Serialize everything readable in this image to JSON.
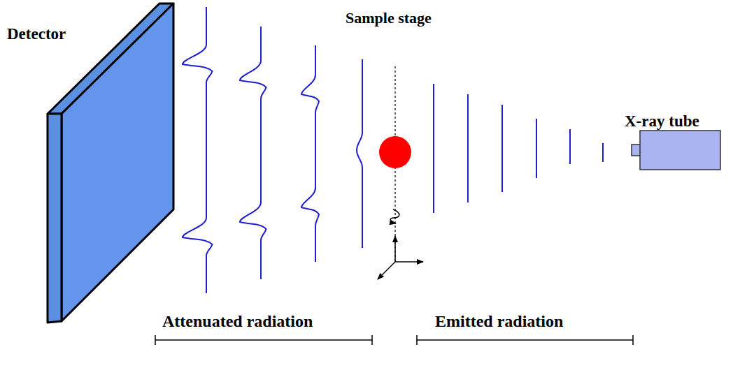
{
  "diagram": {
    "labels": [
      "Detector",
      "Sample stage",
      "X-ray tube",
      "Attenuated radiation",
      "Emitted radiation"
    ]
  }
}
